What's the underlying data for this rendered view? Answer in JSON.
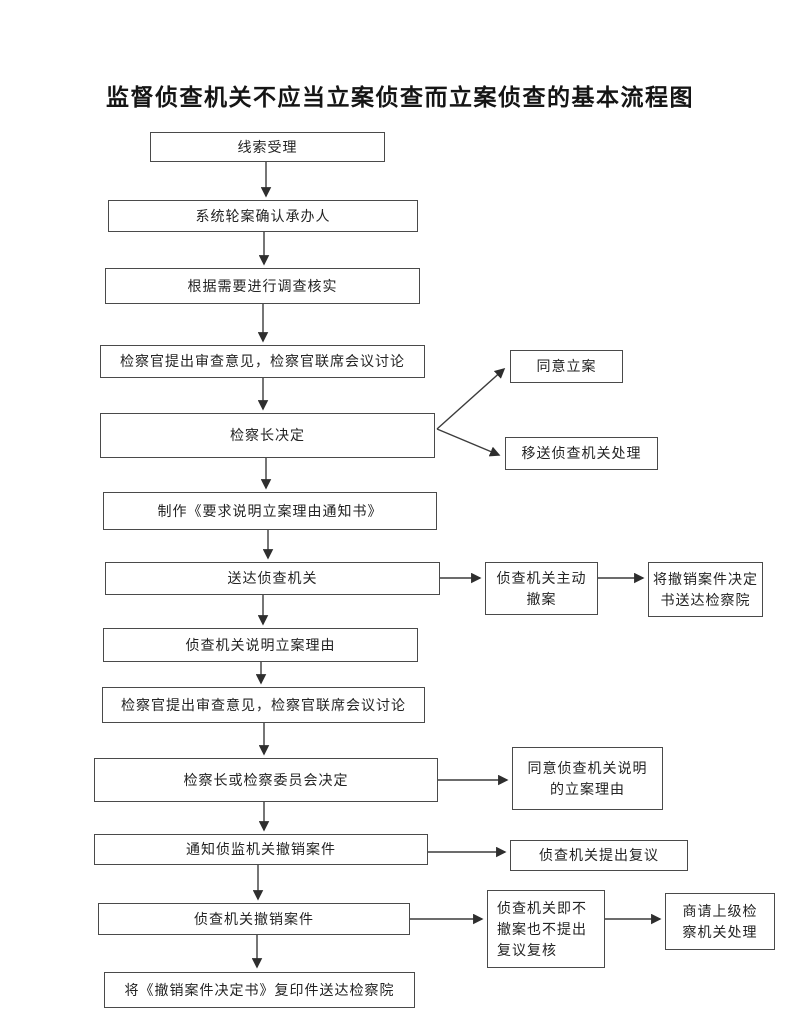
{
  "title": "监督侦查机关不应当立案侦查而立案侦查的基本流程图",
  "colors": {
    "line": "#3c3c3c",
    "box_border": "#4a4a4a",
    "text": "#232323",
    "background": "#ffffff"
  },
  "nodes": [
    {
      "id": "clue",
      "label": "线索受理"
    },
    {
      "id": "assign",
      "label": "系统轮案确认承办人"
    },
    {
      "id": "verify",
      "label": "根据需要进行调查核实"
    },
    {
      "id": "review1",
      "label": "检察官提出审查意见，检察官联席会议讨论"
    },
    {
      "id": "chief1",
      "label": "检察长决定"
    },
    {
      "id": "agree_file",
      "label": "同意立案"
    },
    {
      "id": "transfer",
      "label": "移送侦查机关处理"
    },
    {
      "id": "notice",
      "label": "制作《要求说明立案理由通知书》"
    },
    {
      "id": "deliver",
      "label": "送达侦查机关"
    },
    {
      "id": "voluntary",
      "label": "侦查机关主动\n撤案"
    },
    {
      "id": "send_decision",
      "label": "将撤销案件决定\n书送达检察院"
    },
    {
      "id": "explain",
      "label": "侦查机关说明立案理由"
    },
    {
      "id": "review2",
      "label": "检察官提出审查意见，检察官联席会议讨论"
    },
    {
      "id": "chief2",
      "label": "检察长或检察委员会决定"
    },
    {
      "id": "agree_reason",
      "label": "同意侦查机关说明\n的立案理由"
    },
    {
      "id": "notify_withdraw",
      "label": "通知侦监机关撤销案件"
    },
    {
      "id": "reconsider",
      "label": "侦查机关提出复议"
    },
    {
      "id": "withdraw",
      "label": "侦查机关撤销案件"
    },
    {
      "id": "neither",
      "label": "侦查机关即不\n撤案也不提出\n复议复核"
    },
    {
      "id": "consult",
      "label": "商请上级检\n察机关处理"
    },
    {
      "id": "copy_decision",
      "label": "将《撤销案件决定书》复印件送达检察院"
    }
  ],
  "edges": [
    {
      "from": "clue",
      "to": "assign"
    },
    {
      "from": "assign",
      "to": "verify"
    },
    {
      "from": "verify",
      "to": "review1"
    },
    {
      "from": "review1",
      "to": "chief1"
    },
    {
      "from": "chief1",
      "to": "agree_file"
    },
    {
      "from": "chief1",
      "to": "transfer"
    },
    {
      "from": "chief1",
      "to": "notice"
    },
    {
      "from": "notice",
      "to": "deliver"
    },
    {
      "from": "deliver",
      "to": "voluntary"
    },
    {
      "from": "voluntary",
      "to": "send_decision"
    },
    {
      "from": "deliver",
      "to": "explain"
    },
    {
      "from": "explain",
      "to": "review2"
    },
    {
      "from": "review2",
      "to": "chief2"
    },
    {
      "from": "chief2",
      "to": "agree_reason"
    },
    {
      "from": "chief2",
      "to": "notify_withdraw"
    },
    {
      "from": "notify_withdraw",
      "to": "reconsider"
    },
    {
      "from": "notify_withdraw",
      "to": "withdraw"
    },
    {
      "from": "withdraw",
      "to": "neither"
    },
    {
      "from": "neither",
      "to": "consult"
    },
    {
      "from": "withdraw",
      "to": "copy_decision"
    }
  ]
}
